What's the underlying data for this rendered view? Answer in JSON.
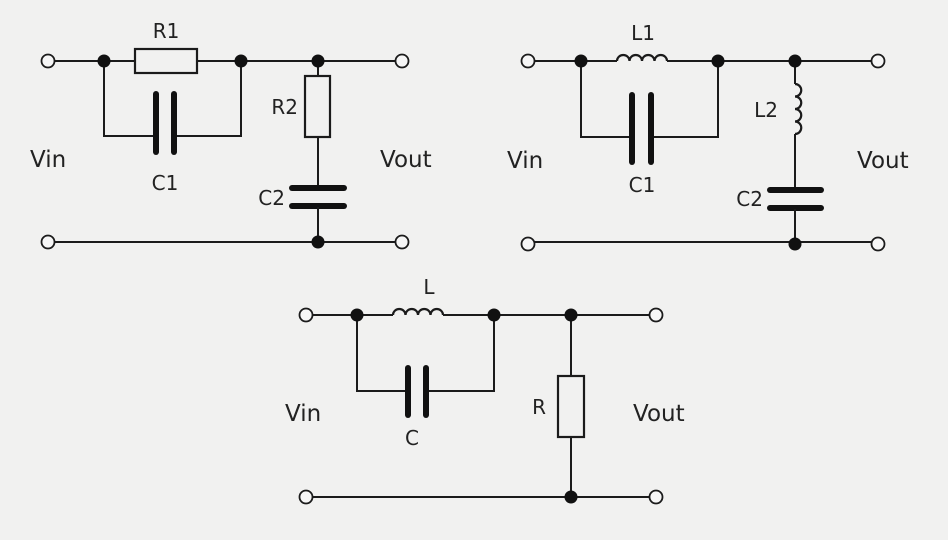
{
  "figure": {
    "description": "Three passive filter circuit schematics",
    "colors": {
      "background": "#f1f1f0",
      "ink": "#1b1b1b"
    }
  },
  "circuits": [
    {
      "id": "rc-filter",
      "input_label": "Vin",
      "output_label": "Vout",
      "components": [
        {
          "ref": "R1",
          "type": "resistor",
          "placement": "series, top rail"
        },
        {
          "ref": "C1",
          "type": "capacitor",
          "placement": "parallel to R1"
        },
        {
          "ref": "R2",
          "type": "resistor",
          "placement": "shunt, upper"
        },
        {
          "ref": "C2",
          "type": "capacitor",
          "placement": "shunt, lower, in series with R2"
        }
      ]
    },
    {
      "id": "lc-filter",
      "input_label": "Vin",
      "output_label": "Vout",
      "components": [
        {
          "ref": "L1",
          "type": "inductor",
          "placement": "series, top rail"
        },
        {
          "ref": "C1",
          "type": "capacitor",
          "placement": "parallel to L1"
        },
        {
          "ref": "L2",
          "type": "inductor",
          "placement": "shunt, upper"
        },
        {
          "ref": "C2",
          "type": "capacitor",
          "placement": "shunt, lower, in series with L2"
        }
      ]
    },
    {
      "id": "lcr-filter",
      "input_label": "Vin",
      "output_label": "Vout",
      "components": [
        {
          "ref": "L",
          "type": "inductor",
          "placement": "series, top rail"
        },
        {
          "ref": "C",
          "type": "capacitor",
          "placement": "parallel to L"
        },
        {
          "ref": "R",
          "type": "resistor",
          "placement": "shunt"
        }
      ]
    }
  ]
}
